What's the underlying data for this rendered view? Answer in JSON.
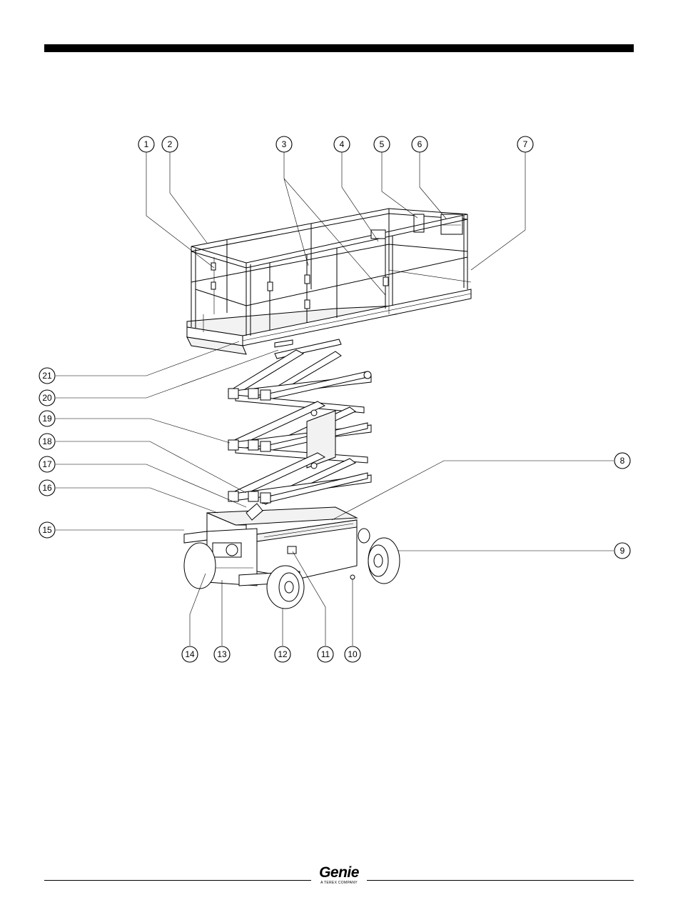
{
  "brand": {
    "logo_text": "Genie",
    "logo_tagline": "A TEREX COMPANY"
  },
  "callouts": [
    {
      "id": "c1",
      "label": "1"
    },
    {
      "id": "c2",
      "label": "2"
    },
    {
      "id": "c3",
      "label": "3"
    },
    {
      "id": "c4",
      "label": "4"
    },
    {
      "id": "c5",
      "label": "5"
    },
    {
      "id": "c6",
      "label": "6"
    },
    {
      "id": "c7",
      "label": "7"
    },
    {
      "id": "c8",
      "label": "8"
    },
    {
      "id": "c9",
      "label": "9"
    },
    {
      "id": "c10",
      "label": "10"
    },
    {
      "id": "c11",
      "label": "11"
    },
    {
      "id": "c12",
      "label": "12"
    },
    {
      "id": "c13",
      "label": "13"
    },
    {
      "id": "c14",
      "label": "14"
    },
    {
      "id": "c15",
      "label": "15"
    },
    {
      "id": "c16",
      "label": "16"
    },
    {
      "id": "c17",
      "label": "17"
    },
    {
      "id": "c18",
      "label": "18"
    },
    {
      "id": "c19",
      "label": "19"
    },
    {
      "id": "c20",
      "label": "20"
    },
    {
      "id": "c21",
      "label": "21"
    }
  ]
}
